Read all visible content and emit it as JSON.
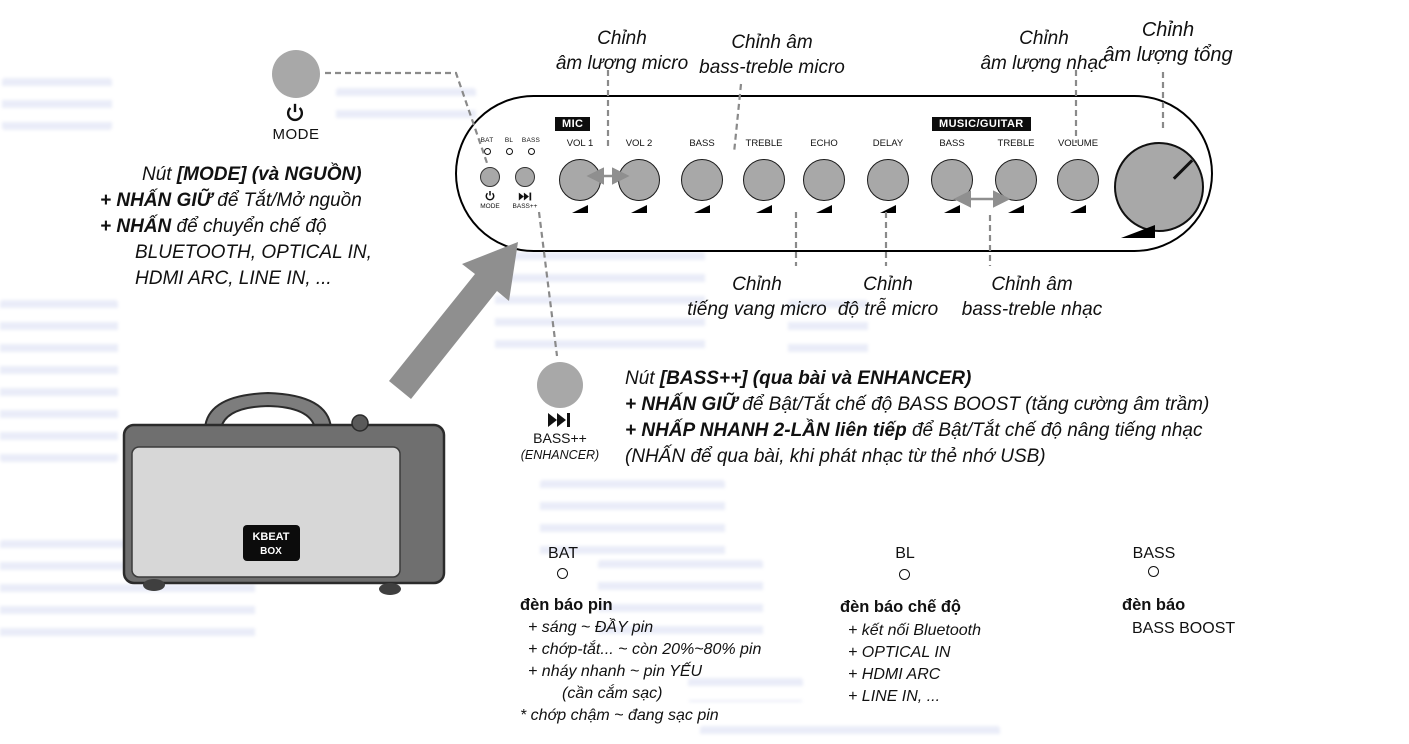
{
  "panel": {
    "mic_badge": "MIC",
    "music_badge": "MUSIC/GUITAR",
    "led_labels": [
      "BAT",
      "BL",
      "BASS"
    ],
    "mode_label": "MODE",
    "bass_label": "BASS++",
    "knobs": [
      "VOL 1",
      "VOL 2",
      "BASS",
      "TREBLE",
      "ECHO",
      "DELAY",
      "BASS",
      "TREBLE",
      "VOLUME"
    ]
  },
  "knob_callouts": {
    "mic_volume": [
      "Chỉnh",
      "âm lượng micro"
    ],
    "mic_tone": [
      "Chỉnh âm",
      "bass-treble micro"
    ],
    "music_volume": [
      "Chỉnh",
      "âm lượng nhạc"
    ],
    "master_volume": [
      "Chỉnh",
      "âm lượng tổng"
    ],
    "echo": [
      "Chỉnh",
      "tiếng vang micro"
    ],
    "delay": [
      "Chỉnh",
      "độ trễ micro"
    ],
    "music_tone": [
      "Chỉnh âm",
      "bass-treble nhạc"
    ]
  },
  "mode_callout": {
    "button_label": "MODE",
    "title": [
      {
        "t": "Nút ",
        "b": false
      },
      {
        "t": "[MODE] (và NGUỒN)",
        "b": true
      }
    ],
    "lines": [
      [
        {
          "t": "+ NHẤN GIỮ",
          "b": true
        },
        {
          "t": " để Tắt/Mở nguồn",
          "b": false
        }
      ],
      [
        {
          "t": "+ NHẤN",
          "b": true
        },
        {
          "t": " để chuyển chế độ",
          "b": false
        }
      ],
      [
        {
          "t": "BLUETOOTH, OPTICAL IN,",
          "b": false
        }
      ],
      [
        {
          "t": "HDMI ARC, LINE IN, ...",
          "b": false
        }
      ]
    ]
  },
  "bass_callout": {
    "button_label": "BASS++",
    "button_sub": "(ENHANCER)",
    "title": [
      {
        "t": "Nút ",
        "b": false
      },
      {
        "t": "[BASS++] (qua bài và ENHANCER)",
        "b": true
      }
    ],
    "lines": [
      [
        {
          "t": "+ NHẤN GIỮ",
          "b": true
        },
        {
          "t": " để Bật/Tắt chế độ BASS BOOST (tăng cường âm trầm)",
          "b": false
        }
      ],
      [
        {
          "t": "+ NHẤP NHANH 2-LẦN liên tiếp",
          "b": true
        },
        {
          "t": " để Bật/Tắt chế độ nâng tiếng nhạc",
          "b": false
        }
      ],
      [
        {
          "t": "(NHẤN để qua bài, khi phát nhạc từ thẻ nhớ USB)",
          "b": false
        }
      ]
    ]
  },
  "legend": {
    "bat": {
      "label": "BAT",
      "heading": "đèn báo pin",
      "items": [
        "+ sáng ~ ĐẦY pin",
        "+ chớp-tắt... ~ còn 20%~80% pin",
        "+ nháy nhanh ~ pin YẾU",
        "(cần cắm sạc)",
        "* chớp chậm ~ đang sạc pin"
      ]
    },
    "bl": {
      "label": "BL",
      "heading": "đèn báo chế độ",
      "items": [
        "+ kết nối Bluetooth",
        "+ OPTICAL IN",
        "+ HDMI ARC",
        "+ LINE IN, ..."
      ]
    },
    "bass": {
      "label": "BASS",
      "heading": "đèn báo",
      "sub": "BASS BOOST"
    }
  },
  "speaker": {
    "logo_top": "KBEAT",
    "logo_bottom": "BOX"
  },
  "colors": {
    "knob": "#a8a8a8",
    "badge": "#0d0d0d",
    "dash": "#8a8a8a",
    "arrow": "#8f8f8f"
  }
}
